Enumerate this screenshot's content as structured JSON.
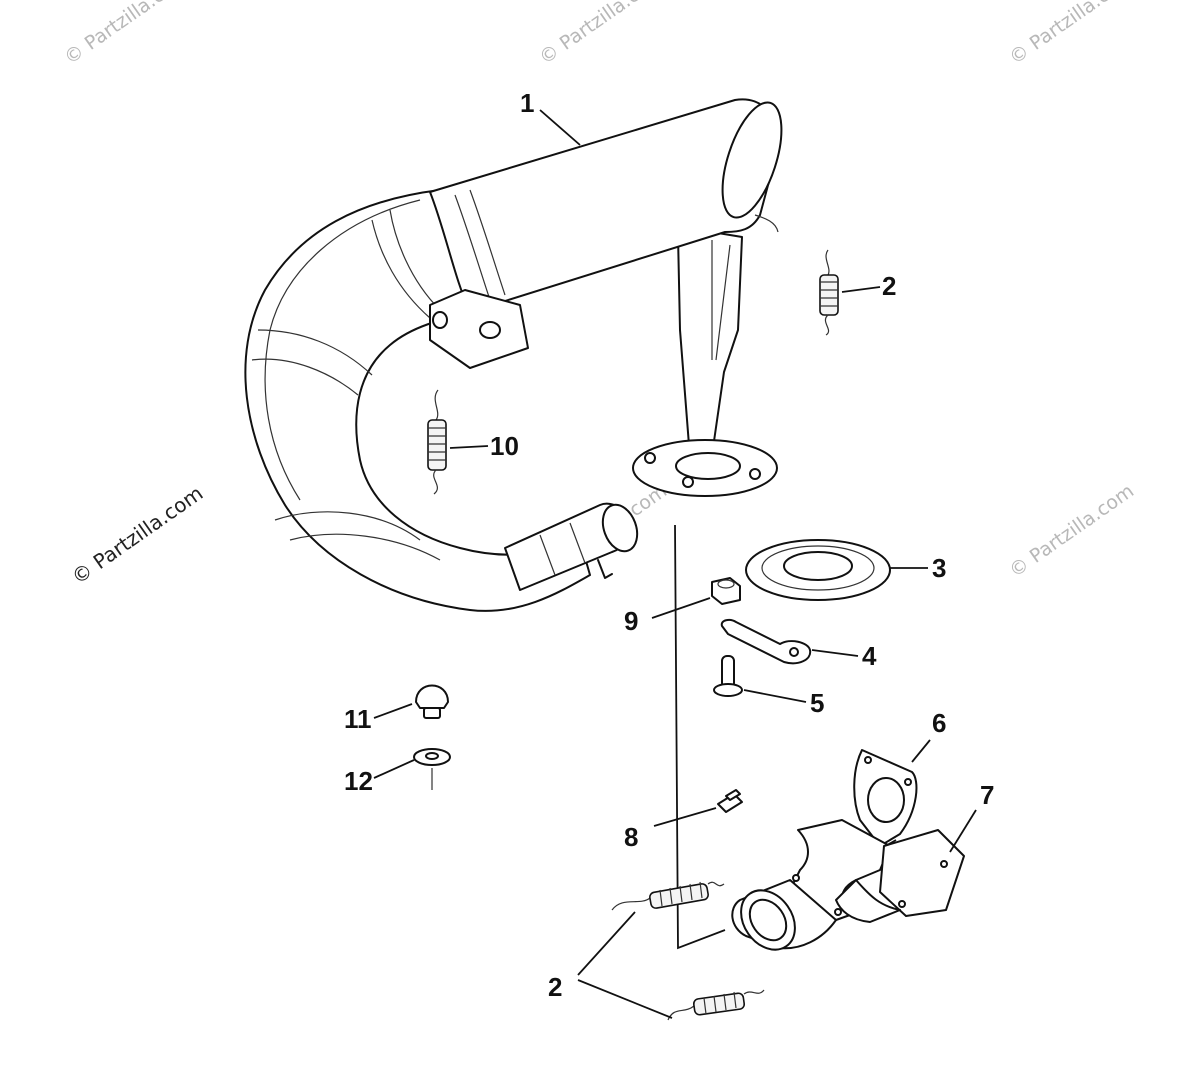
{
  "watermark_text": "© Partzilla.com",
  "callouts": {
    "c1": "1",
    "c2_upper": "2",
    "c2_lower": "2",
    "c3": "3",
    "c4": "4",
    "c5": "5",
    "c6": "6",
    "c7": "7",
    "c8": "8",
    "c9": "9",
    "c10": "10",
    "c11": "11",
    "c12": "12"
  },
  "parts": [
    {
      "callout": "1",
      "icon": "muffler-exhaust-pipe-icon"
    },
    {
      "callout": "2",
      "icon": "exhaust-spring-icon"
    },
    {
      "callout": "3",
      "icon": "grommet-icon"
    },
    {
      "callout": "4",
      "icon": "bracket-icon"
    },
    {
      "callout": "5",
      "icon": "rivet-icon"
    },
    {
      "callout": "6",
      "icon": "manifold-gasket-icon"
    },
    {
      "callout": "7",
      "icon": "exhaust-manifold-icon"
    },
    {
      "callout": "8",
      "icon": "bleed-fitting-icon"
    },
    {
      "callout": "9",
      "icon": "nut-icon"
    },
    {
      "callout": "10",
      "icon": "exhaust-spring-icon"
    },
    {
      "callout": "11",
      "icon": "plug-icon"
    },
    {
      "callout": "12",
      "icon": "washer-icon"
    }
  ]
}
